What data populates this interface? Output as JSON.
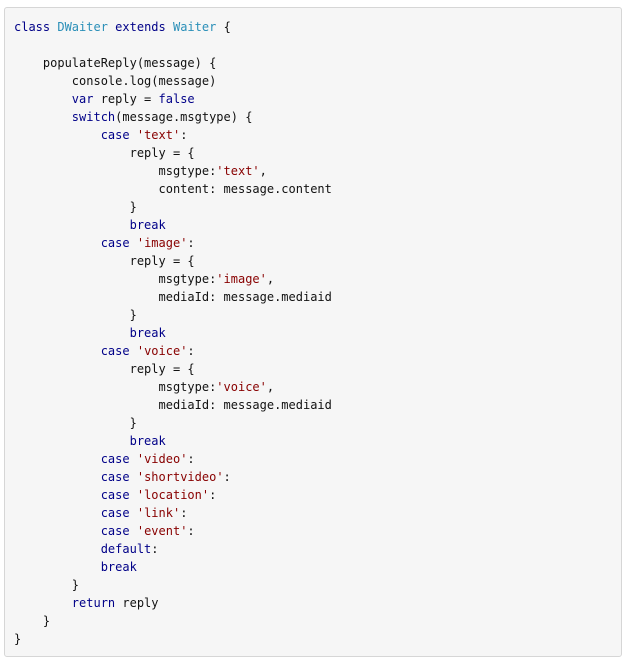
{
  "colors": {
    "background": "#f6f6f6",
    "border": "#d6d6d6",
    "keyword": "#000088",
    "class_name": "#2a8fb8",
    "string": "#880000",
    "text": "#111111"
  },
  "code": {
    "language": "javascript",
    "lines": [
      [
        {
          "t": "kw",
          "v": "class"
        },
        {
          "t": "plain",
          "v": " "
        },
        {
          "t": "cls",
          "v": "DWaiter"
        },
        {
          "t": "plain",
          "v": " "
        },
        {
          "t": "kw",
          "v": "extends"
        },
        {
          "t": "plain",
          "v": " "
        },
        {
          "t": "cls",
          "v": "Waiter"
        },
        {
          "t": "plain",
          "v": " {"
        }
      ],
      [],
      [
        {
          "t": "plain",
          "v": "    populateReply(message) {"
        }
      ],
      [
        {
          "t": "plain",
          "v": "        console.log(message)"
        }
      ],
      [
        {
          "t": "plain",
          "v": "        "
        },
        {
          "t": "kw",
          "v": "var"
        },
        {
          "t": "plain",
          "v": " reply = "
        },
        {
          "t": "kw",
          "v": "false"
        }
      ],
      [
        {
          "t": "plain",
          "v": "        "
        },
        {
          "t": "kw",
          "v": "switch"
        },
        {
          "t": "plain",
          "v": "(message.msgtype) {"
        }
      ],
      [
        {
          "t": "plain",
          "v": "            "
        },
        {
          "t": "kw",
          "v": "case"
        },
        {
          "t": "plain",
          "v": " "
        },
        {
          "t": "str",
          "v": "'text'"
        },
        {
          "t": "plain",
          "v": ":"
        }
      ],
      [
        {
          "t": "plain",
          "v": "                reply = {"
        }
      ],
      [
        {
          "t": "plain",
          "v": "                    msgtype:"
        },
        {
          "t": "str",
          "v": "'text'"
        },
        {
          "t": "plain",
          "v": ","
        }
      ],
      [
        {
          "t": "plain",
          "v": "                    content: message.content"
        }
      ],
      [
        {
          "t": "plain",
          "v": "                }"
        }
      ],
      [
        {
          "t": "plain",
          "v": "                "
        },
        {
          "t": "kw",
          "v": "break"
        }
      ],
      [
        {
          "t": "plain",
          "v": "            "
        },
        {
          "t": "kw",
          "v": "case"
        },
        {
          "t": "plain",
          "v": " "
        },
        {
          "t": "str",
          "v": "'image'"
        },
        {
          "t": "plain",
          "v": ":"
        }
      ],
      [
        {
          "t": "plain",
          "v": "                reply = {"
        }
      ],
      [
        {
          "t": "plain",
          "v": "                    msgtype:"
        },
        {
          "t": "str",
          "v": "'image'"
        },
        {
          "t": "plain",
          "v": ","
        }
      ],
      [
        {
          "t": "plain",
          "v": "                    mediaId: message.mediaid"
        }
      ],
      [
        {
          "t": "plain",
          "v": "                }"
        }
      ],
      [
        {
          "t": "plain",
          "v": "                "
        },
        {
          "t": "kw",
          "v": "break"
        }
      ],
      [
        {
          "t": "plain",
          "v": "            "
        },
        {
          "t": "kw",
          "v": "case"
        },
        {
          "t": "plain",
          "v": " "
        },
        {
          "t": "str",
          "v": "'voice'"
        },
        {
          "t": "plain",
          "v": ":"
        }
      ],
      [
        {
          "t": "plain",
          "v": "                reply = {"
        }
      ],
      [
        {
          "t": "plain",
          "v": "                    msgtype:"
        },
        {
          "t": "str",
          "v": "'voice'"
        },
        {
          "t": "plain",
          "v": ","
        }
      ],
      [
        {
          "t": "plain",
          "v": "                    mediaId: message.mediaid"
        }
      ],
      [
        {
          "t": "plain",
          "v": "                }"
        }
      ],
      [
        {
          "t": "plain",
          "v": "                "
        },
        {
          "t": "kw",
          "v": "break"
        }
      ],
      [
        {
          "t": "plain",
          "v": "            "
        },
        {
          "t": "kw",
          "v": "case"
        },
        {
          "t": "plain",
          "v": " "
        },
        {
          "t": "str",
          "v": "'video'"
        },
        {
          "t": "plain",
          "v": ":"
        }
      ],
      [
        {
          "t": "plain",
          "v": "            "
        },
        {
          "t": "kw",
          "v": "case"
        },
        {
          "t": "plain",
          "v": " "
        },
        {
          "t": "str",
          "v": "'shortvideo'"
        },
        {
          "t": "plain",
          "v": ":"
        }
      ],
      [
        {
          "t": "plain",
          "v": "            "
        },
        {
          "t": "kw",
          "v": "case"
        },
        {
          "t": "plain",
          "v": " "
        },
        {
          "t": "str",
          "v": "'location'"
        },
        {
          "t": "plain",
          "v": ":"
        }
      ],
      [
        {
          "t": "plain",
          "v": "            "
        },
        {
          "t": "kw",
          "v": "case"
        },
        {
          "t": "plain",
          "v": " "
        },
        {
          "t": "str",
          "v": "'link'"
        },
        {
          "t": "plain",
          "v": ":"
        }
      ],
      [
        {
          "t": "plain",
          "v": "            "
        },
        {
          "t": "kw",
          "v": "case"
        },
        {
          "t": "plain",
          "v": " "
        },
        {
          "t": "str",
          "v": "'event'"
        },
        {
          "t": "plain",
          "v": ":"
        }
      ],
      [
        {
          "t": "plain",
          "v": "            "
        },
        {
          "t": "kw",
          "v": "default"
        },
        {
          "t": "plain",
          "v": ":"
        }
      ],
      [
        {
          "t": "plain",
          "v": "            "
        },
        {
          "t": "kw",
          "v": "break"
        }
      ],
      [
        {
          "t": "plain",
          "v": "        }"
        }
      ],
      [
        {
          "t": "plain",
          "v": "        "
        },
        {
          "t": "kw",
          "v": "return"
        },
        {
          "t": "plain",
          "v": " reply"
        }
      ],
      [
        {
          "t": "plain",
          "v": "    }"
        }
      ],
      [
        {
          "t": "plain",
          "v": "}"
        }
      ]
    ]
  }
}
